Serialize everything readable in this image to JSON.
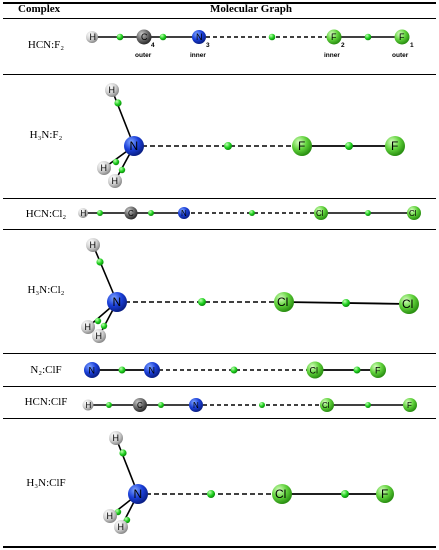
{
  "header": {
    "col1": "Complex",
    "col2": "Molecular Graph"
  },
  "rows": [
    {
      "label": "HCN:F₂",
      "atoms": [
        "H",
        "C",
        "N",
        "F",
        "F"
      ],
      "numbers": [
        "4",
        "3",
        "2",
        "1"
      ],
      "tags": [
        "outer",
        "inner",
        "inner",
        "outer"
      ]
    },
    {
      "label": "H₃N:F₂",
      "atoms": [
        "H",
        "N",
        "H",
        "H",
        "F",
        "F"
      ]
    },
    {
      "label": "HCN:Cl₂",
      "atoms": [
        "H",
        "C",
        "N",
        "Cl",
        "Cl"
      ]
    },
    {
      "label": "H₃N:Cl₂",
      "atoms": [
        "H",
        "N",
        "H",
        "H",
        "Cl",
        "Cl"
      ]
    },
    {
      "label": "N₂:ClF",
      "atoms": [
        "N",
        "N",
        "Cl",
        "F"
      ]
    },
    {
      "label": "HCN:ClF",
      "atoms": [
        "H",
        "C",
        "N",
        "Cl",
        "F"
      ]
    },
    {
      "label": "H₃N:ClF",
      "atoms": [
        "H",
        "N",
        "H",
        "H",
        "Cl",
        "F"
      ]
    }
  ]
}
